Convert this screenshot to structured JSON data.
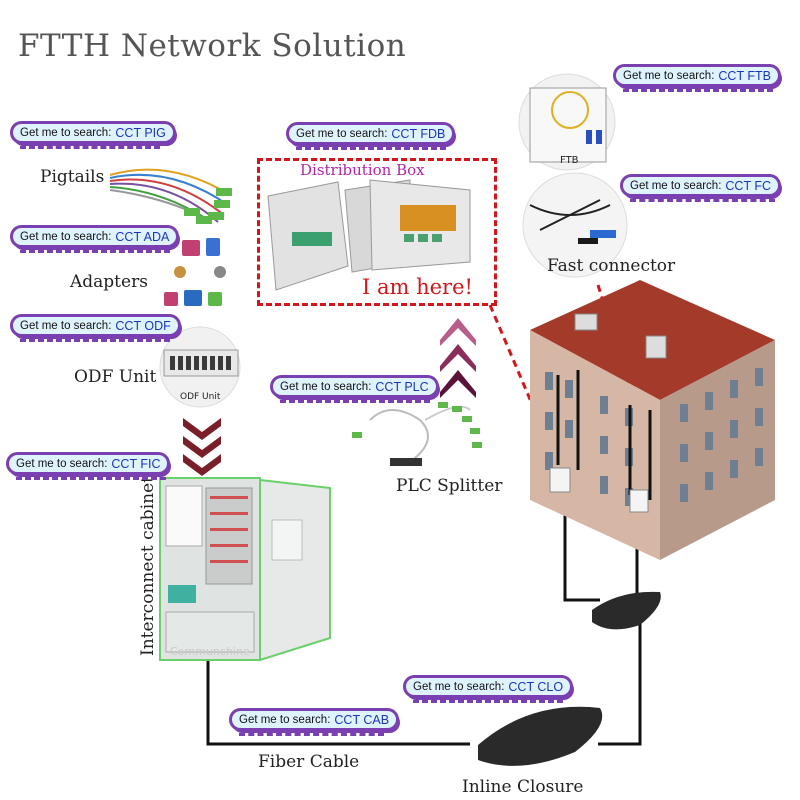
{
  "title": "FTTH Network Solution",
  "search_prefix": "Get me to search:",
  "bubbles": {
    "pig": "CCT PIG",
    "ada": "CCT ADA",
    "odf": "CCT ODF",
    "fic": "CCT FIC",
    "fdb": "CCT FDB",
    "plc": "CCT PLC",
    "ftb": "CCT FTB",
    "fc": "CCT FC",
    "clo": "CCT CLO",
    "cab": "CCT CAB"
  },
  "labels": {
    "pigtails": "Pigtails",
    "adapters": "Adapters",
    "odf_unit": "ODF Unit",
    "odf_unit_plate": "ODF Unit",
    "interconnect": "Interconnect cabinet",
    "distribution_box": "Distribution Box",
    "i_am_here": "I am here!",
    "plc_splitter": "PLC Splitter",
    "fast_connector": "Fast connector",
    "ftb": "FTB",
    "fiber_cable": "Fiber Cable",
    "inline_closure": "Inline Closure"
  },
  "watermark": "Communchine",
  "colors": {
    "accent": "#7a3fb0",
    "bubble_bg": "#dff3ff",
    "highlight": "#d0181b",
    "code_text": "#1a36b8"
  }
}
